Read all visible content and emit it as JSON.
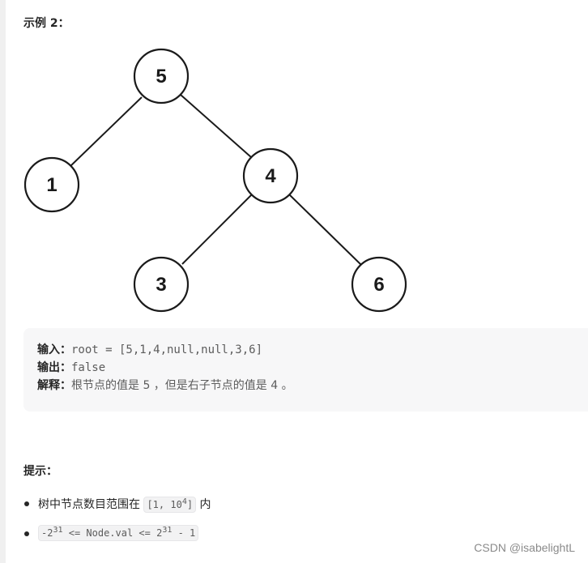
{
  "example": {
    "title": "示例 2："
  },
  "tree": {
    "nodes": [
      {
        "id": "n5",
        "label": "5"
      },
      {
        "id": "n1",
        "label": "1"
      },
      {
        "id": "n4",
        "label": "4"
      },
      {
        "id": "n3",
        "label": "3"
      },
      {
        "id": "n6",
        "label": "6"
      }
    ]
  },
  "code": {
    "input_label": "输入：",
    "input_value": "root = [5,1,4,null,null,3,6]",
    "output_label": "输出：",
    "output_value": "false",
    "explain_label": "解释：",
    "explain_value": "根节点的值是 5 ，但是右子节点的值是 4 。"
  },
  "hints": {
    "title": "提示：",
    "item1_prefix": "树中节点数目范围在",
    "item1_code_base": "[1, 10",
    "item1_code_exp": "4",
    "item1_code_close": "]",
    "item1_suffix": "内",
    "item2_code_a": "-2",
    "item2_code_exp1": "31",
    "item2_code_mid": " <= Node.val <= 2",
    "item2_code_exp2": "31",
    "item2_code_end": " - 1"
  },
  "watermark": "CSDN @isabelightL"
}
